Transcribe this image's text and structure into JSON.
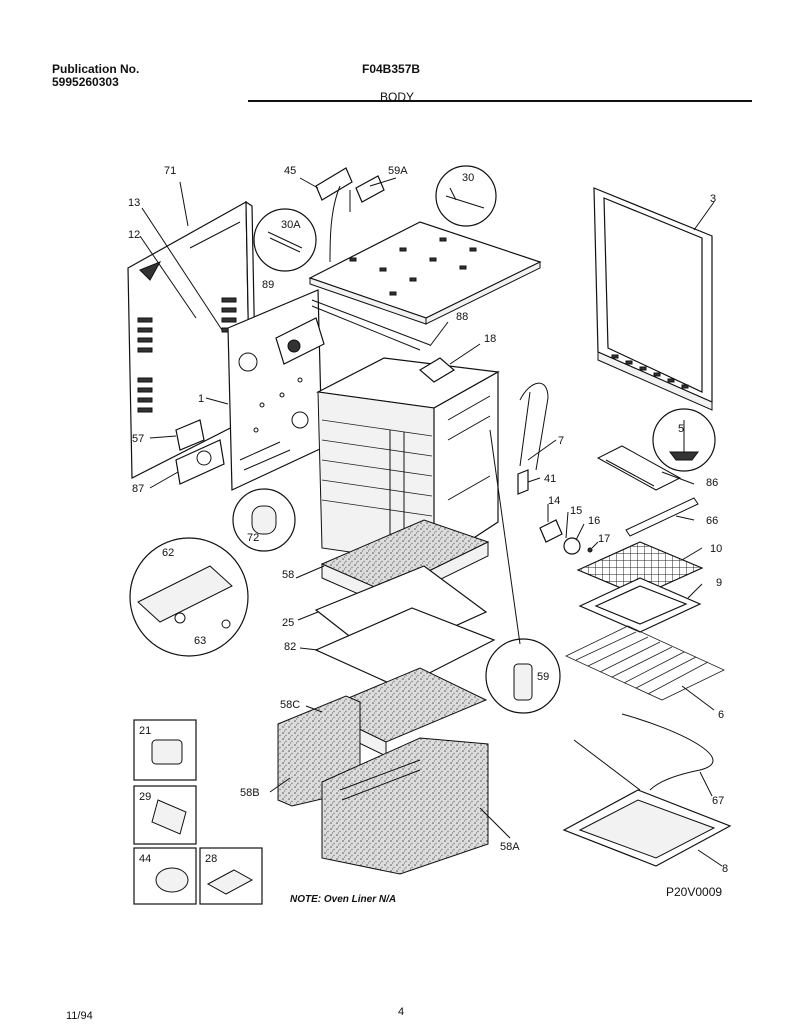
{
  "header": {
    "publication_label": "Publication No.",
    "publication_number": "5995260303",
    "model": "F04B357B",
    "section": "BODY"
  },
  "footer": {
    "date": "11/94",
    "page": "4"
  },
  "diagram": {
    "note": "NOTE: Oven Liner N/A",
    "code": "P20V0009",
    "callouts": [
      "71",
      "45",
      "59A",
      "30",
      "3",
      "13",
      "12",
      "30A",
      "89",
      "88",
      "18",
      "1",
      "57",
      "87",
      "72",
      "62",
      "63",
      "58",
      "25",
      "82",
      "58C",
      "58B",
      "58A",
      "59",
      "7",
      "41",
      "86",
      "14",
      "15",
      "16",
      "17",
      "66",
      "10",
      "9",
      "6",
      "5",
      "67",
      "8",
      "21",
      "29",
      "44",
      "28"
    ]
  }
}
